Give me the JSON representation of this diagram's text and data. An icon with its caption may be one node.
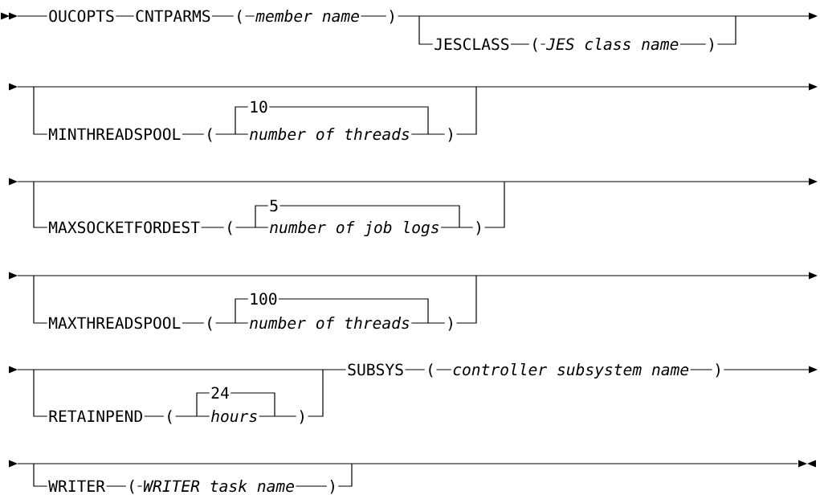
{
  "diagram": {
    "labels": [
      "OUCOPTS",
      "CNTPARMS",
      "(",
      "member name",
      ")",
      "JESCLASS",
      "(",
      "JES class name",
      ")",
      "MINTHREADSPOOL",
      "(",
      "10",
      "number of threads",
      ")",
      "MAXSOCKETFORDEST",
      "(",
      "5",
      "number of job logs",
      ")",
      "MAXTHREADSPOOL",
      "(",
      "100",
      "number of threads",
      ")",
      "RETAINPEND",
      "(",
      "24",
      "hours",
      ")",
      "SUBSYS",
      "(",
      "controller subsystem name",
      ")",
      "WRITER",
      "(",
      "WRITER task name",
      ")"
    ]
  }
}
